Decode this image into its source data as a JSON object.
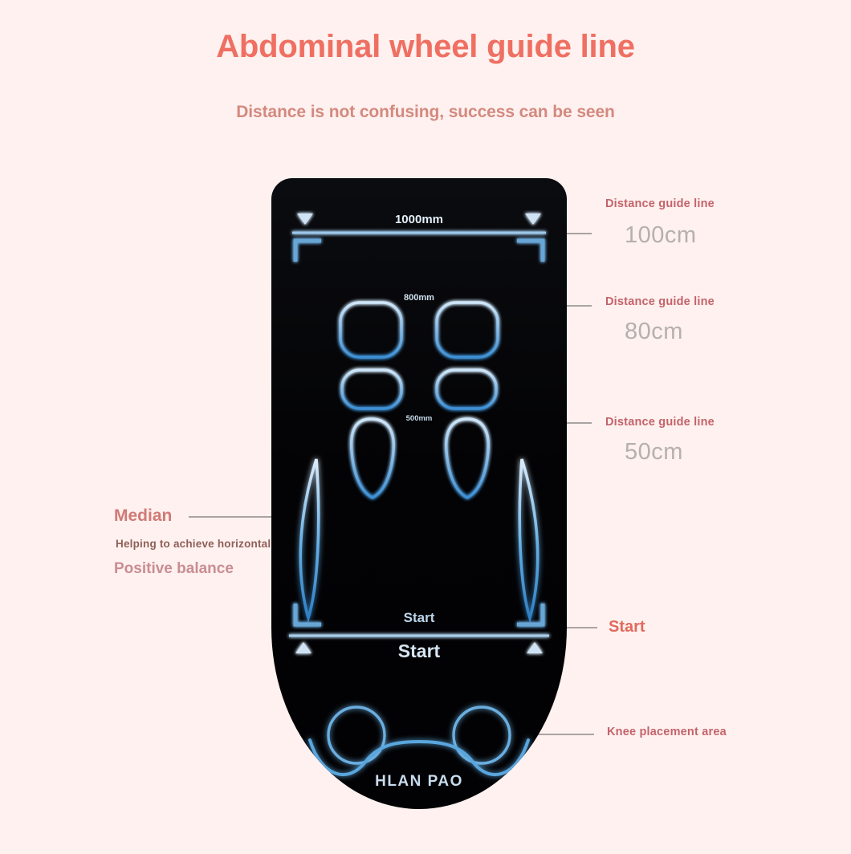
{
  "header": {
    "title": "Abdominal wheel guide line",
    "subtitle": "Distance is not confusing, success can be seen"
  },
  "colors": {
    "background": "#fef1ef",
    "title": "#ef6f62",
    "subtitle": "#d4897f",
    "callout_label": "#c4636a",
    "callout_value": "#b5b0ae",
    "leader_line": "#a9a4a2",
    "mat": "#050507",
    "guide_glow": "#7fb7e8"
  },
  "mat": {
    "brand": "HLAN PAO",
    "markers": [
      {
        "name": "top-distance-marker",
        "text": "1000mm"
      },
      {
        "name": "mid-distance-marker",
        "text": "800mm"
      },
      {
        "name": "low-distance-marker",
        "text": "500mm"
      }
    ],
    "start_label_upper": "Start",
    "start_label_lower": "Start"
  },
  "callouts": {
    "guide_100": {
      "label": "Distance guide line",
      "value": "100cm"
    },
    "guide_80": {
      "label": "Distance guide line",
      "value": "80cm"
    },
    "guide_50": {
      "label": "Distance guide line",
      "value": "50cm"
    },
    "start": {
      "label": "Start"
    },
    "knee": {
      "label": "Knee placement area"
    }
  },
  "median": {
    "title": "Median",
    "subtitle": "Helping to achieve horizontal",
    "balance": "Positive balance"
  }
}
